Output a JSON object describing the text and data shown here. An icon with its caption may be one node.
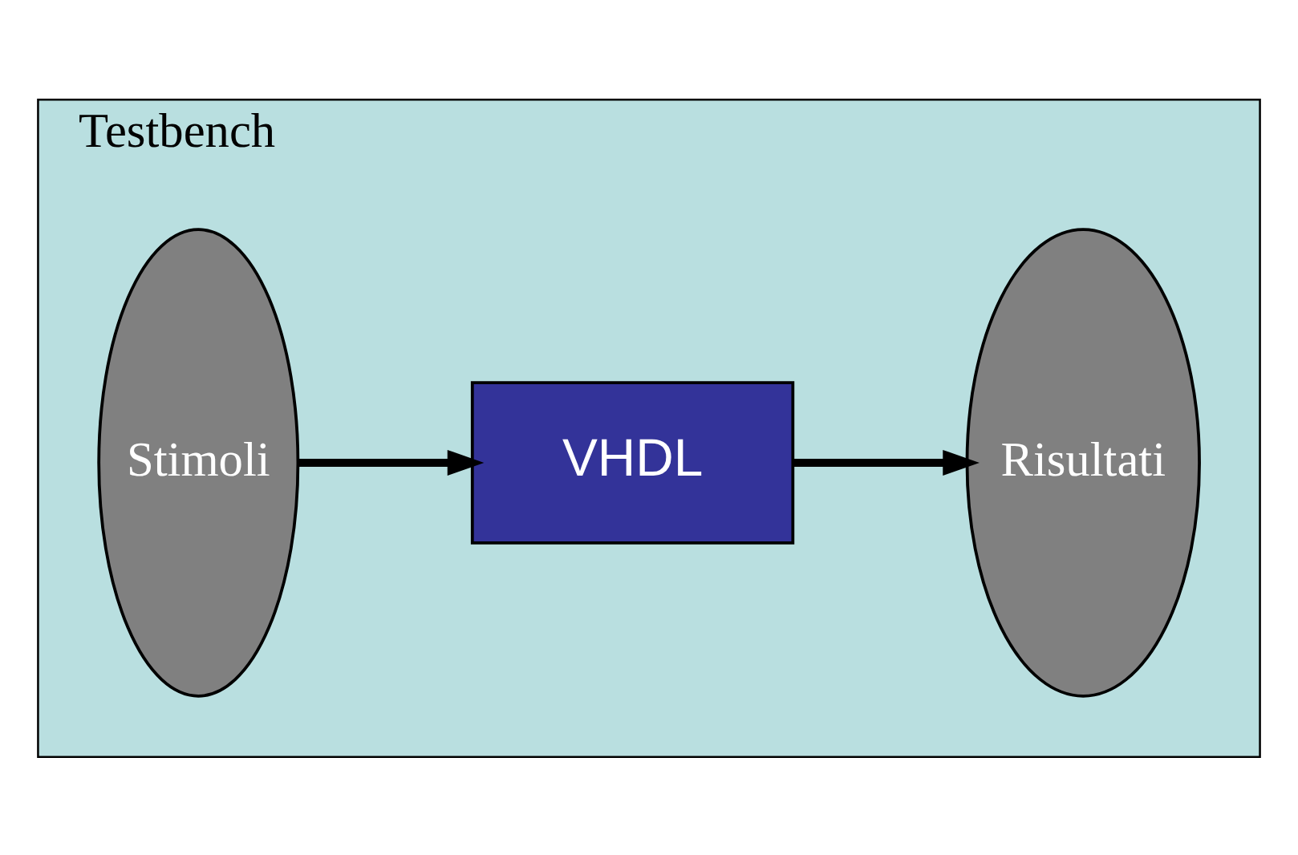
{
  "diagram": {
    "nodes": [
      {
        "text": [
          "Testbench"
        ]
      },
      {
        "text": [
          "Stimoli"
        ],
        "in": 0
      },
      {
        "text": [
          "VHDL"
        ],
        "in": 0
      },
      {
        "text": [
          "Risultati"
        ],
        "in": 0
      }
    ],
    "edges": [
      {
        "from": 1,
        "to": 2,
        "arrow": "to"
      },
      {
        "from": 2,
        "to": 3,
        "arrow": "to"
      }
    ]
  }
}
